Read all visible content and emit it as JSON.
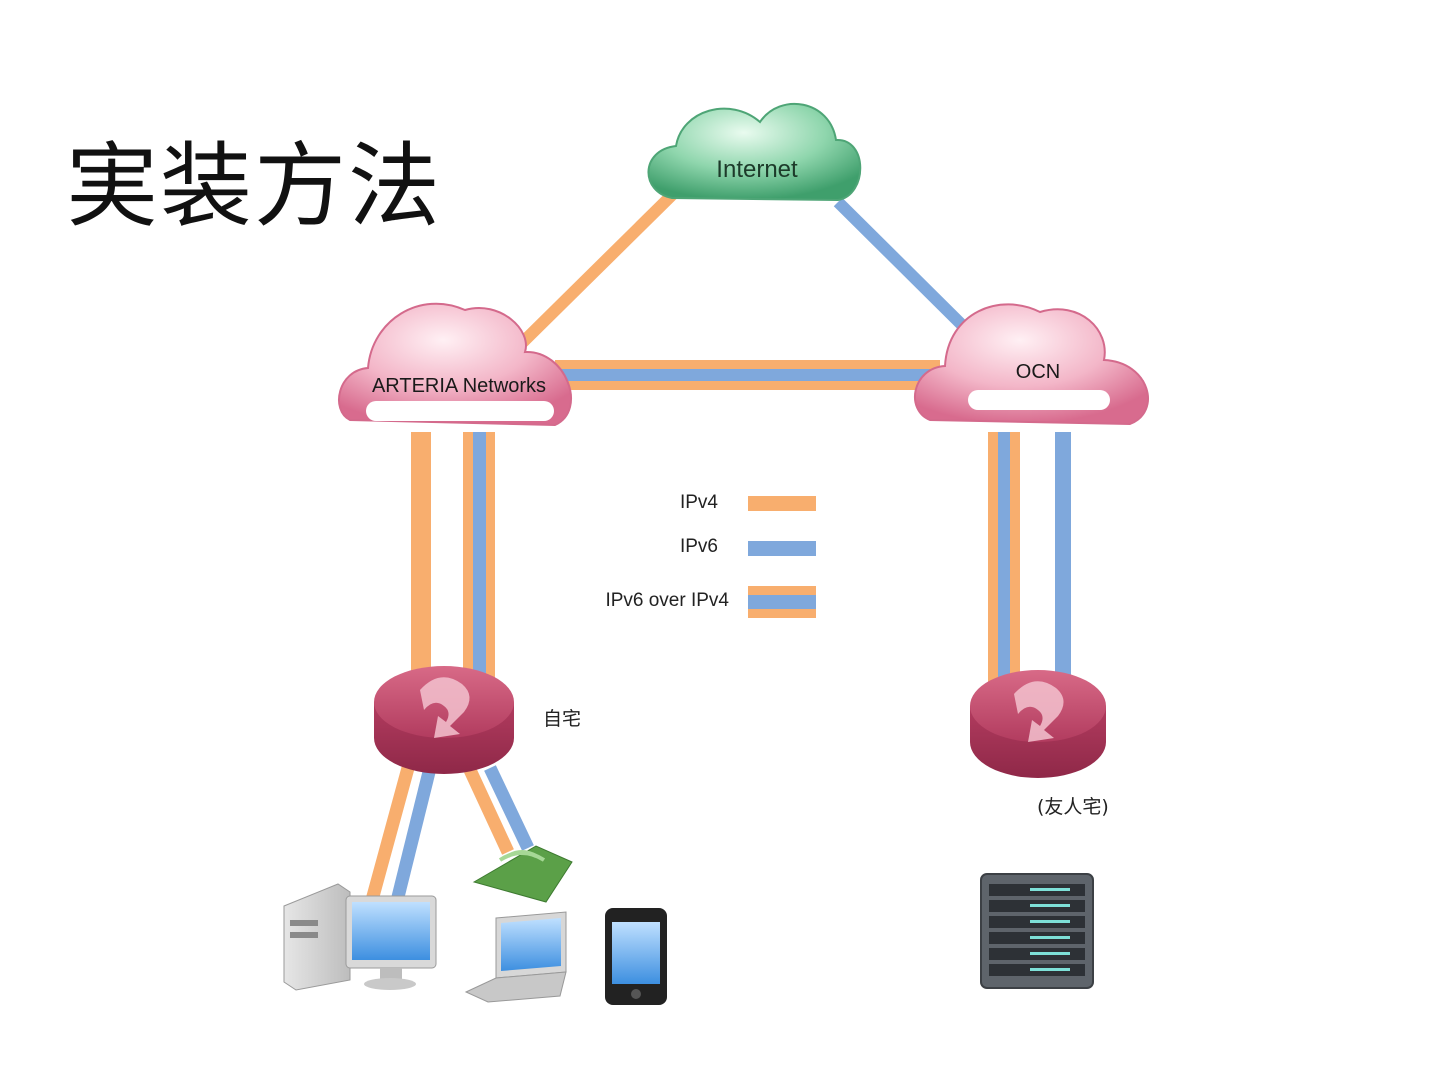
{
  "slide": {
    "title": "実装方法"
  },
  "clouds": {
    "internet": {
      "label": "Internet"
    },
    "arteria": {
      "label": "ARTERIA Networks"
    },
    "ocn": {
      "label": "OCN"
    }
  },
  "legend": {
    "ipv4": {
      "label": "IPv4"
    },
    "ipv6": {
      "label": "IPv6"
    },
    "tunnel": {
      "label": "IPv6 over IPv4"
    }
  },
  "sites": {
    "home": {
      "label": "自宅"
    },
    "friend": {
      "label": "(友人宅)"
    }
  },
  "colors": {
    "ipv4": "#f8ae6e",
    "ipv6": "#7fa8dc",
    "internet_cloud": "#5fbf8b",
    "isp_cloud": "#e98aa6",
    "router": "#c2456a"
  }
}
